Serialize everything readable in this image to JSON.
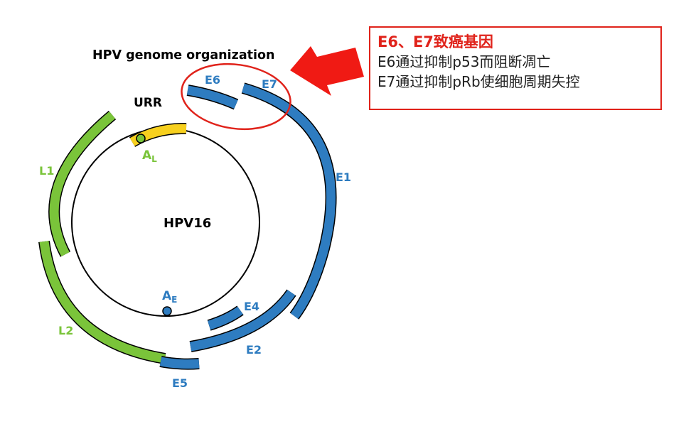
{
  "colors": {
    "early": "#2e7cc0",
    "early_label": "#2e7cc0",
    "late": "#7ac43a",
    "late_label": "#7ac43a",
    "urr": "#f7d01e",
    "highlight": "#e0231b",
    "circle": "#000000"
  },
  "diagram": {
    "title": "HPV genome organization",
    "center_label": "HPV16",
    "urr_label": "URR",
    "promoter_late": {
      "main": "A",
      "sub": "L"
    },
    "promoter_early": {
      "main": "A",
      "sub": "E"
    },
    "genes": {
      "e6": "E6",
      "e7": "E7",
      "e1": "E1",
      "e2": "E2",
      "e4": "E4",
      "e5": "E5",
      "l1": "L1",
      "l2": "L2"
    }
  },
  "callout": {
    "title": "E6、E7致癌基因",
    "lines": [
      "E6通过抑制p53而阻断凋亡",
      "E7通过抑制pRb使细胞周期失控"
    ]
  },
  "icons": {
    "arrow": "red-left-pointing-arrow-icon",
    "highlight": "red-ellipse-highlight"
  }
}
